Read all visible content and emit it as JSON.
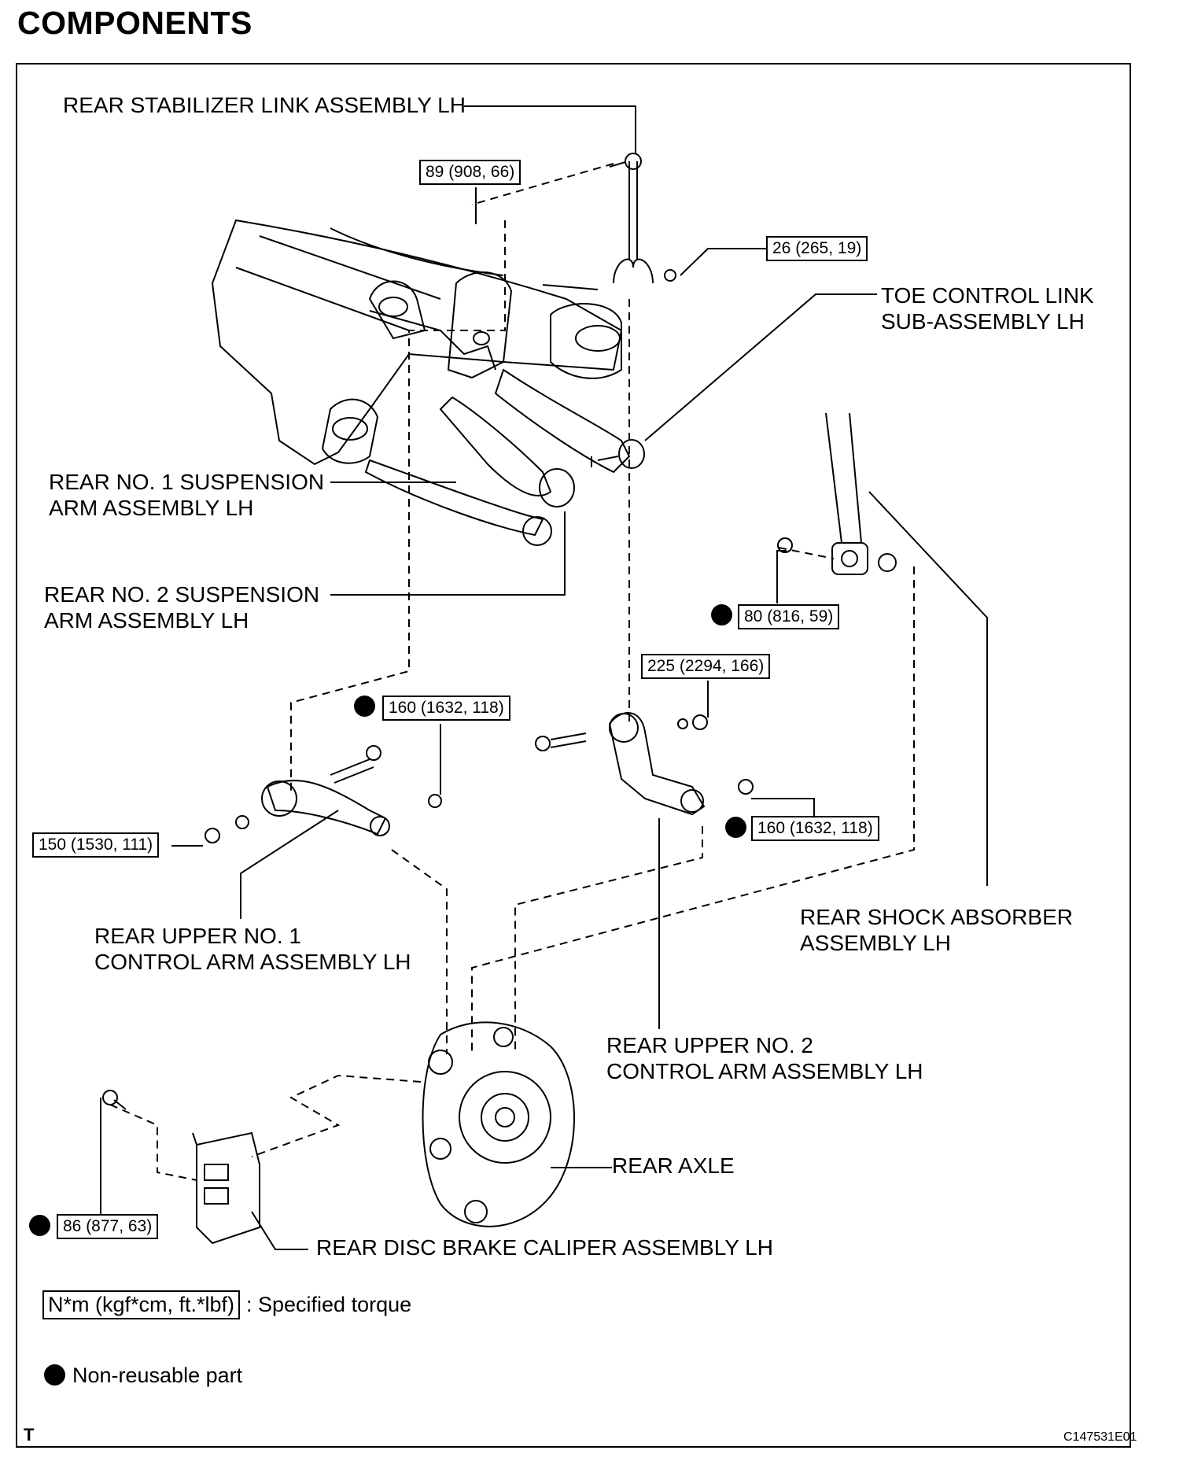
{
  "title": "COMPONENTS",
  "labels": {
    "stabilizer_link": "REAR STABILIZER LINK ASSEMBLY LH",
    "toe_control_1": "TOE CONTROL LINK",
    "toe_control_2": "SUB-ASSEMBLY LH",
    "susp_arm1_1": "REAR NO. 1 SUSPENSION",
    "susp_arm1_2": "ARM ASSEMBLY LH",
    "susp_arm2_1": "REAR NO. 2 SUSPENSION",
    "susp_arm2_2": "ARM ASSEMBLY LH",
    "shock_1": "REAR SHOCK ABSORBER",
    "shock_2": "ASSEMBLY LH",
    "upper1_1": "REAR UPPER NO. 1",
    "upper1_2": "CONTROL ARM ASSEMBLY LH",
    "upper2_1": "REAR UPPER NO. 2",
    "upper2_2": "CONTROL ARM ASSEMBLY LH",
    "rear_axle": "REAR AXLE",
    "caliper": "REAR DISC BRAKE CALIPER ASSEMBLY LH"
  },
  "torques": {
    "t89": "89 (908, 66)",
    "t26": "26 (265, 19)",
    "t80": "80 (816, 59)",
    "t225": "225 (2294, 166)",
    "t160a": "160 (1632, 118)",
    "t160b": "160 (1632, 118)",
    "t150": "150 (1530, 111)",
    "t86": "86 (877, 63)"
  },
  "legend": {
    "torque_box": "N*m (kgf*cm, ft.*lbf)",
    "torque_text": ": Specified torque",
    "nonreusable_text": "Non-reusable part"
  },
  "footer": {
    "left": "T",
    "code": "C147531E01"
  }
}
